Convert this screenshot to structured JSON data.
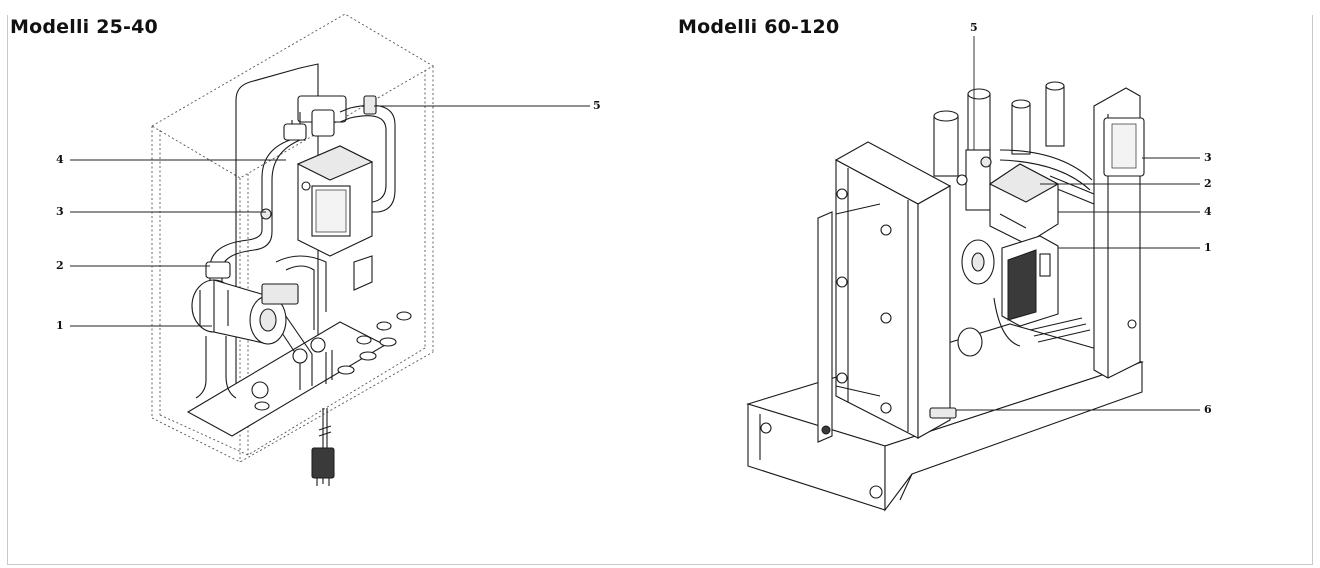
{
  "left_panel": {
    "title": "Modelli 25-40",
    "callouts": {
      "c1": "1",
      "c2": "2",
      "c3": "3",
      "c4": "4",
      "c5": "5"
    }
  },
  "right_panel": {
    "title": "Modelli 60-120",
    "callouts": {
      "c1": "1",
      "c2": "2",
      "c3": "3",
      "c4": "4",
      "c5": "5",
      "c6": "6"
    }
  }
}
